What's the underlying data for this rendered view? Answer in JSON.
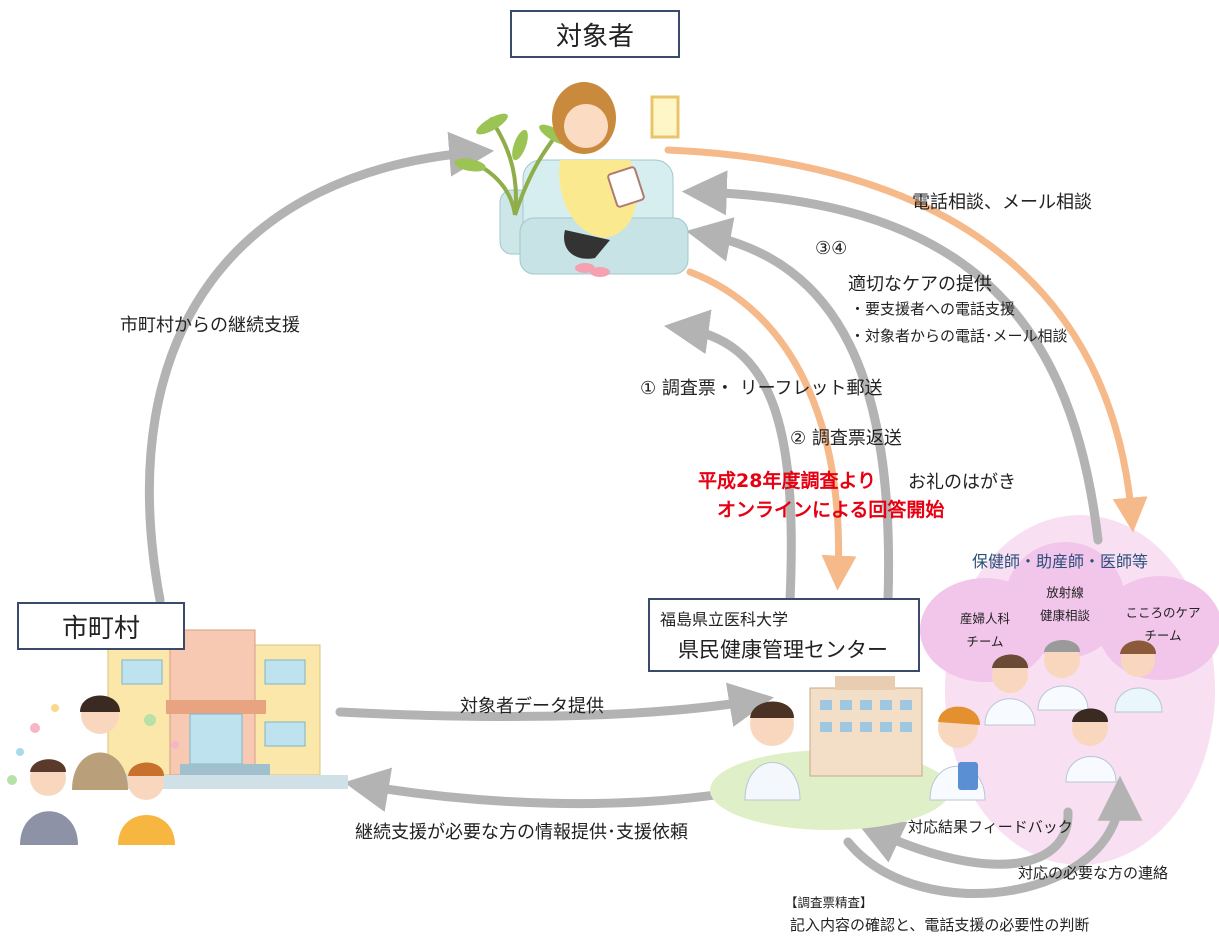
{
  "subject": {
    "title": "対象者"
  },
  "municipality": {
    "title": "市町村"
  },
  "center": {
    "line1": "福島県立医科大学",
    "line2": "県民健康管理センター"
  },
  "staff": {
    "heading": "保健師・助産師・医師等",
    "teams": {
      "obgyn": [
        "産婦人科",
        "チーム"
      ],
      "radiation": [
        "放射線",
        "健康相談"
      ],
      "mental": [
        "こころのケア",
        "チーム"
      ]
    }
  },
  "flows": {
    "continuous_support": "市町村からの継続支援",
    "phone_mail": "電話相談、メール相談",
    "care_num": "③④",
    "care_title": "適切なケアの提供",
    "care_item1": "・要支援者への電話支援",
    "care_item2": "・対象者からの電話･メール相談",
    "step1": "①  調査票・  リーフレット郵送",
    "step2": "②  調査票返送",
    "thanks": "お礼のはがき",
    "online1": "平成28年度調査より",
    "online2": "オンラインによる回答開始",
    "data_provide": "対象者データ提供",
    "info_request": "継続支援が必要な方の情報提供･支援依頼",
    "feedback": "対応結果フィードバック",
    "contact": "対応の必要な方の連絡",
    "review_title": "【調査票精査】",
    "review_desc": "記入内容の確認と、電話支援の必要性の判断"
  },
  "colors": {
    "gray_arrow": "#b3b3b3",
    "orange_arrow": "#f6b98a",
    "red_text": "#e60012",
    "box_border": "#3a4a6b"
  }
}
